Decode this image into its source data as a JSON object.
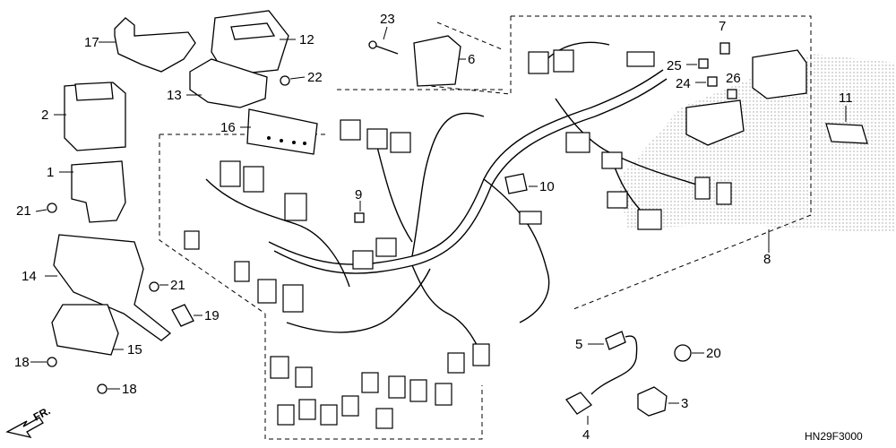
{
  "diagram": {
    "reference_code": "HN29F3000",
    "direction_label": "FR.",
    "callouts": {
      "p1": "1",
      "p2": "2",
      "p3": "3",
      "p4": "4",
      "p5": "5",
      "p6": "6",
      "p7": "7",
      "p8": "8",
      "p9": "9",
      "p10": "10",
      "p11": "11",
      "p12": "12",
      "p13": "13",
      "p14": "14",
      "p15": "15",
      "p16": "16",
      "p17": "17",
      "p18a": "18",
      "p18b": "18",
      "p19": "19",
      "p20": "20",
      "p21a": "21",
      "p21b": "21",
      "p22": "22",
      "p23": "23",
      "p24": "24",
      "p25": "25",
      "p26": "26"
    }
  }
}
